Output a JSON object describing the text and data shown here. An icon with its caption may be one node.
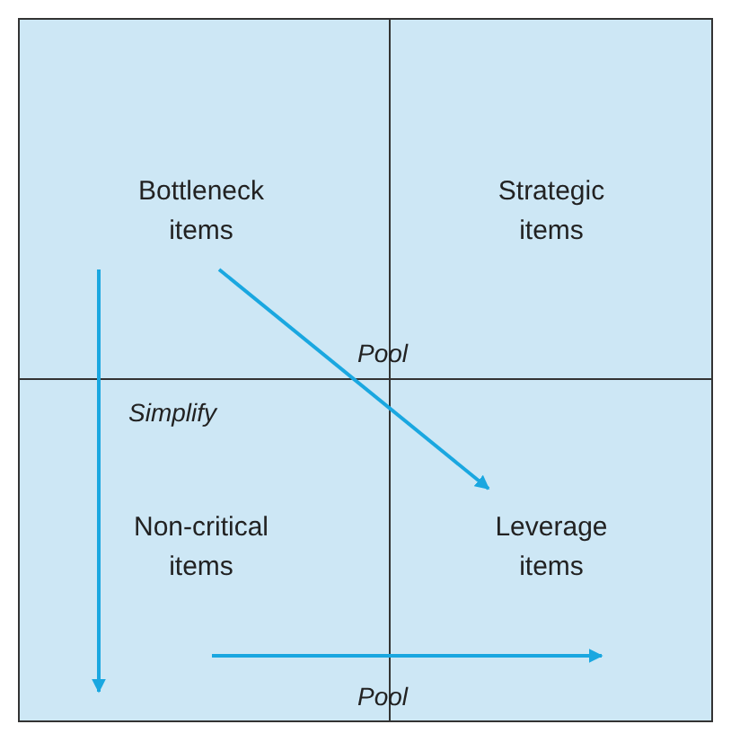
{
  "diagram": {
    "nodes": [
      {
        "text": [
          "Bottleneck items"
        ]
      },
      {
        "text": [
          "Strategic items"
        ]
      },
      {
        "text": [
          "Non-critical items"
        ]
      },
      {
        "text": [
          "Leverage items"
        ]
      }
    ],
    "edges": [
      {
        "from": 0,
        "to": 3,
        "arrow": "to",
        "label": "Pool"
      },
      {
        "from": 0,
        "to": 2,
        "arrow": "to",
        "label": "Simplify"
      },
      {
        "from": 2,
        "to": 3,
        "arrow": "to",
        "label": "Pool"
      }
    ]
  }
}
